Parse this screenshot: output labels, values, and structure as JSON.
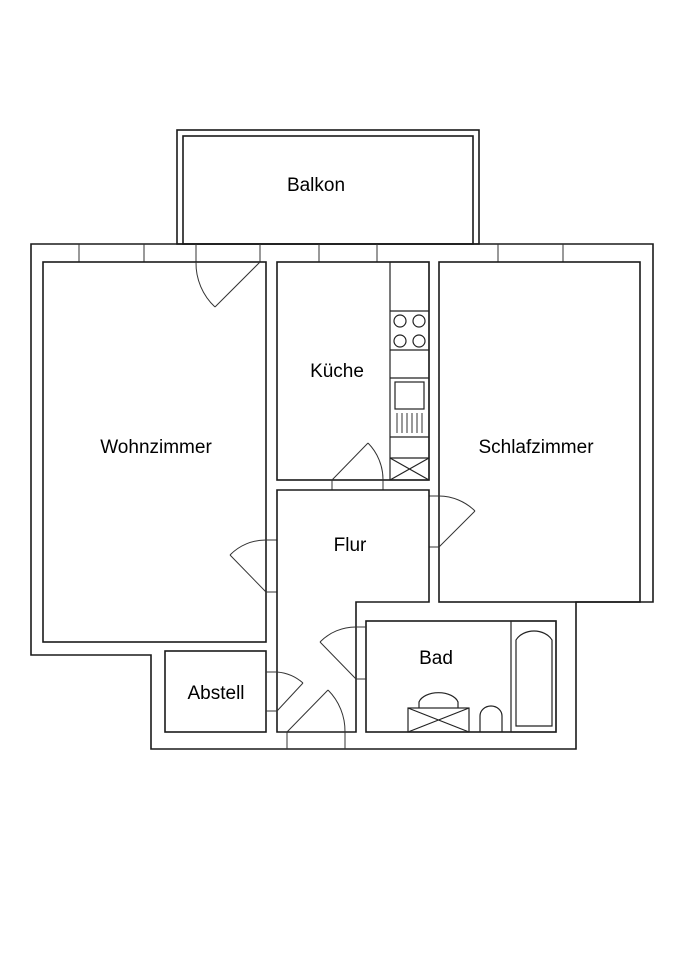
{
  "plan": {
    "rooms": [
      {
        "id": "balkon",
        "label": "Balkon"
      },
      {
        "id": "kueche",
        "label": "Küche"
      },
      {
        "id": "wohnzimmer",
        "label": "Wohnzimmer"
      },
      {
        "id": "schlafzimmer",
        "label": "Schlafzimmer"
      },
      {
        "id": "flur",
        "label": "Flur"
      },
      {
        "id": "bad",
        "label": "Bad"
      },
      {
        "id": "abstell",
        "label": "Abstell"
      }
    ],
    "colors": {
      "line": "#1a1a1a",
      "background": "#ffffff"
    }
  }
}
